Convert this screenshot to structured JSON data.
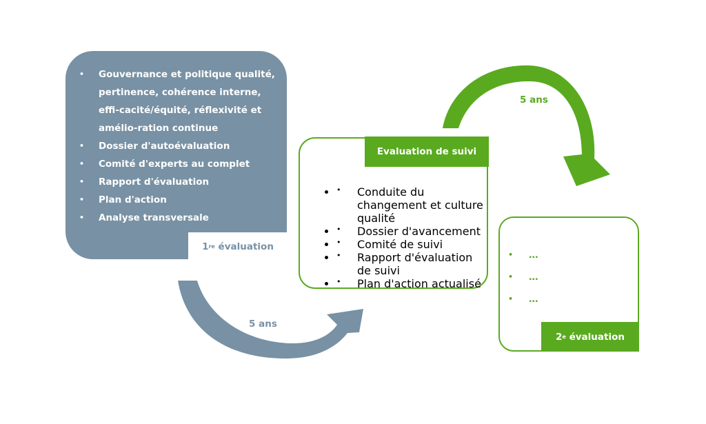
{
  "colors": {
    "slate": "#7891a4",
    "green": "#5aaa20",
    "background": "#ffffff"
  },
  "first_evaluation": {
    "tab_number": "1",
    "tab_suffix": "re",
    "tab_text": " évaluation",
    "items": [
      "Gouvernance et politique qualité, pertinence, cohérence interne, effi-cacité/équité, réflexivité et amélio-ration continue",
      "Dossier d'autoévaluation",
      "Comité d'experts au complet",
      "Rapport d'évaluation",
      "Plan d'action",
      "Analyse transversale"
    ]
  },
  "follow_up_evaluation": {
    "tab_label": "Evaluation de suivi",
    "items": [
      "Conduite du changement et culture qualité",
      "Dossier d'avancement",
      "Comité de suivi",
      "Rapport d'évaluation de suivi",
      "Plan d'action actualisé"
    ]
  },
  "second_evaluation": {
    "tab_number": "2",
    "tab_suffix": "e",
    "tab_text": " évaluation",
    "items": [
      "…",
      "…",
      "…"
    ]
  },
  "arrows": {
    "bottom_label": "5 ans",
    "top_label": "5 ans"
  }
}
